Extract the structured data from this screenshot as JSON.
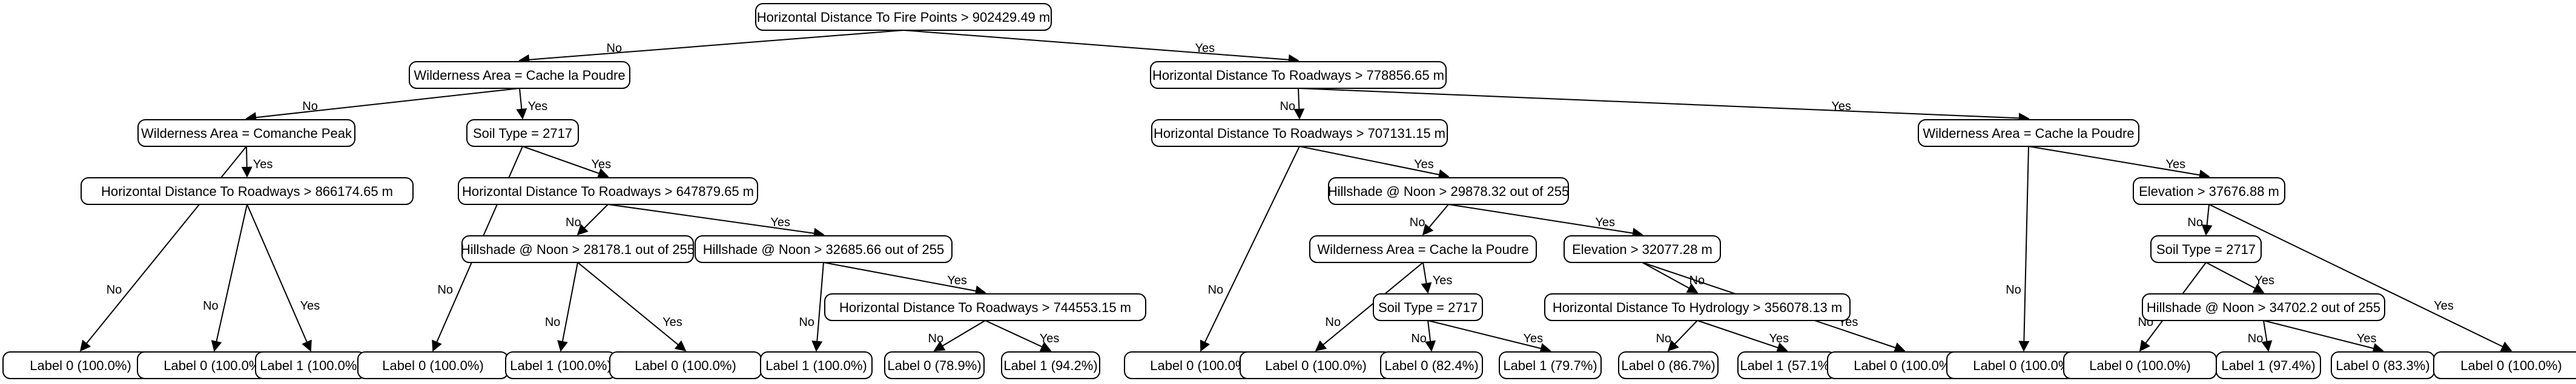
{
  "diagram": {
    "type": "decision-tree",
    "colors": {
      "line": "#000000",
      "node_fill": "#ffffff",
      "text": "#000000"
    },
    "nodes": [
      {
        "id": "n0",
        "label": "Horizontal Distance To Fire Points > 902429.49 m"
      },
      {
        "id": "n1",
        "label": "Wilderness Area = Cache la Poudre"
      },
      {
        "id": "n2",
        "label": "Wilderness Area = Comanche Peak"
      },
      {
        "id": "n3",
        "label": "Horizontal Distance To Roadways > 866174.65 m"
      },
      {
        "id": "n4",
        "label": "Soil Type = 2717"
      },
      {
        "id": "n5",
        "label": "Horizontal Distance To Roadways > 647879.65 m"
      },
      {
        "id": "n6",
        "label": "Hillshade @ Noon > 28178.1 out of 255"
      },
      {
        "id": "n7",
        "label": "Hillshade @ Noon > 32685.66 out of 255"
      },
      {
        "id": "n8",
        "label": "Horizontal Distance To Roadways > 744553.15 m"
      },
      {
        "id": "n9",
        "label": "Horizontal Distance To Roadways > 778856.65 m"
      },
      {
        "id": "n10",
        "label": "Horizontal Distance To Roadways > 707131.15 m"
      },
      {
        "id": "n11",
        "label": "Hillshade @ Noon > 29878.32 out of 255"
      },
      {
        "id": "n12",
        "label": "Wilderness Area = Cache la Poudre"
      },
      {
        "id": "n13",
        "label": "Soil Type = 2717"
      },
      {
        "id": "n14",
        "label": "Elevation > 32077.28 m"
      },
      {
        "id": "n15",
        "label": "Horizontal Distance To Hydrology > 356078.13 m"
      },
      {
        "id": "n16",
        "label": "Wilderness Area = Cache la Poudre"
      },
      {
        "id": "n17",
        "label": "Elevation > 37676.88 m"
      },
      {
        "id": "n18",
        "label": "Soil Type = 2717"
      },
      {
        "id": "n19",
        "label": "Hillshade @ Noon > 34702.2 out of 255"
      },
      {
        "id": "L0",
        "label": "Label 0 (100.0%)"
      },
      {
        "id": "L1",
        "label": "Label 0 (100.0%)"
      },
      {
        "id": "L2",
        "label": "Label 1 (100.0%)"
      },
      {
        "id": "L3",
        "label": "Label 0 (100.0%)"
      },
      {
        "id": "L4",
        "label": "Label 1 (100.0%)"
      },
      {
        "id": "L5",
        "label": "Label 0 (100.0%)"
      },
      {
        "id": "L6",
        "label": "Label 1 (100.0%)"
      },
      {
        "id": "L7",
        "label": "Label 0 (78.9%)"
      },
      {
        "id": "L8",
        "label": "Label 1 (94.2%)"
      },
      {
        "id": "L9",
        "label": "Label 0 (100.0%)"
      },
      {
        "id": "L10",
        "label": "Label 0 (100.0%)"
      },
      {
        "id": "L11",
        "label": "Label 0 (82.4%)"
      },
      {
        "id": "L12",
        "label": "Label 1 (79.7%)"
      },
      {
        "id": "L13",
        "label": "Label 0 (86.7%)"
      },
      {
        "id": "L14",
        "label": "Label 1 (57.1%)"
      },
      {
        "id": "L15",
        "label": "Label 0 (100.0%)"
      },
      {
        "id": "L16",
        "label": "Label 0 (100.0%)"
      },
      {
        "id": "L17",
        "label": "Label 0 (100.0%)"
      },
      {
        "id": "L18",
        "label": "Label 1 (97.4%)"
      },
      {
        "id": "L19",
        "label": "Label 0 (83.3%)"
      },
      {
        "id": "L20",
        "label": "Label 0 (100.0%)"
      }
    ],
    "edges": [
      {
        "from": "n0",
        "to": "n1",
        "label": "No"
      },
      {
        "from": "n0",
        "to": "n9",
        "label": "Yes"
      },
      {
        "from": "n1",
        "to": "n2",
        "label": "No"
      },
      {
        "from": "n1",
        "to": "n4",
        "label": "Yes"
      },
      {
        "from": "n2",
        "to": "L0",
        "label": "No"
      },
      {
        "from": "n2",
        "to": "n3",
        "label": "Yes"
      },
      {
        "from": "n3",
        "to": "L1",
        "label": "No"
      },
      {
        "from": "n3",
        "to": "L2",
        "label": "Yes"
      },
      {
        "from": "n4",
        "to": "L3",
        "label": "No"
      },
      {
        "from": "n4",
        "to": "n5",
        "label": "Yes"
      },
      {
        "from": "n5",
        "to": "n6",
        "label": "No"
      },
      {
        "from": "n5",
        "to": "n7",
        "label": "Yes"
      },
      {
        "from": "n6",
        "to": "L4",
        "label": "No"
      },
      {
        "from": "n6",
        "to": "L5",
        "label": "Yes"
      },
      {
        "from": "n7",
        "to": "L6",
        "label": "No"
      },
      {
        "from": "n7",
        "to": "n8",
        "label": "Yes"
      },
      {
        "from": "n8",
        "to": "L7",
        "label": "No"
      },
      {
        "from": "n8",
        "to": "L8",
        "label": "Yes"
      },
      {
        "from": "n9",
        "to": "n10",
        "label": "No"
      },
      {
        "from": "n9",
        "to": "n16",
        "label": "Yes"
      },
      {
        "from": "n10",
        "to": "L9",
        "label": "No"
      },
      {
        "from": "n10",
        "to": "n11",
        "label": "Yes"
      },
      {
        "from": "n11",
        "to": "n12",
        "label": "No"
      },
      {
        "from": "n11",
        "to": "n14",
        "label": "Yes"
      },
      {
        "from": "n12",
        "to": "L10",
        "label": "No"
      },
      {
        "from": "n12",
        "to": "n13",
        "label": "Yes"
      },
      {
        "from": "n13",
        "to": "L11",
        "label": "No"
      },
      {
        "from": "n13",
        "to": "L12",
        "label": "Yes"
      },
      {
        "from": "n14",
        "to": "n15",
        "label": "No"
      },
      {
        "from": "n14",
        "to": "L15",
        "label": "Yes"
      },
      {
        "from": "n15",
        "to": "L13",
        "label": "No"
      },
      {
        "from": "n15",
        "to": "L14",
        "label": "Yes"
      },
      {
        "from": "n16",
        "to": "L16",
        "label": "No"
      },
      {
        "from": "n16",
        "to": "n17",
        "label": "Yes"
      },
      {
        "from": "n17",
        "to": "n18",
        "label": "No"
      },
      {
        "from": "n17",
        "to": "L20",
        "label": "Yes"
      },
      {
        "from": "n18",
        "to": "L17",
        "label": "No"
      },
      {
        "from": "n18",
        "to": "n19",
        "label": "Yes"
      },
      {
        "from": "n19",
        "to": "L18",
        "label": "No"
      },
      {
        "from": "n19",
        "to": "L19",
        "label": "Yes"
      }
    ]
  }
}
